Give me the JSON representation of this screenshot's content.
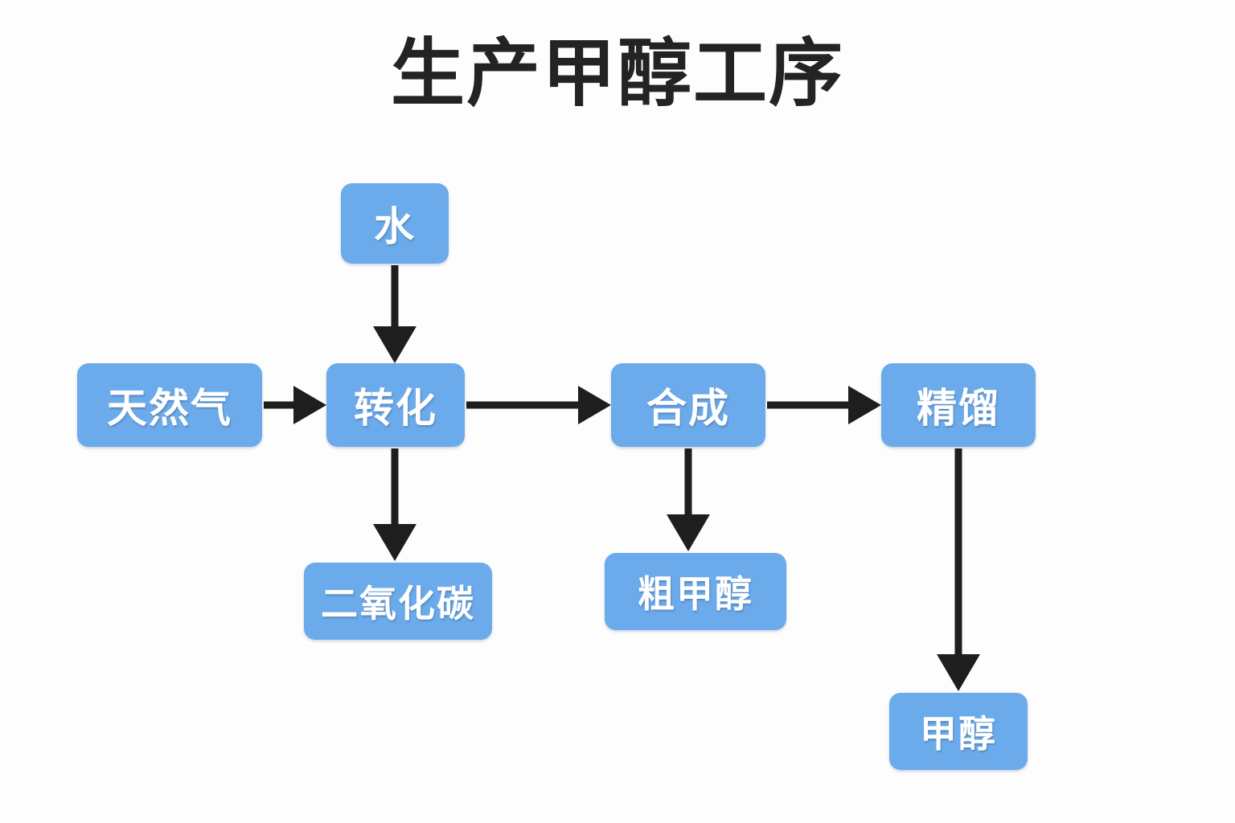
{
  "title": "生产甲醇工序",
  "theme": {
    "background": "#fdfdfd",
    "node_fill": "#6cabeb",
    "node_text": "#ffffff",
    "arrow_color": "#1e1e1e",
    "title_color": "#232323"
  },
  "nodes": [
    {
      "id": "water",
      "label": "水"
    },
    {
      "id": "gas",
      "label": "天然气"
    },
    {
      "id": "reform",
      "label": "转化"
    },
    {
      "id": "synth",
      "label": "合成"
    },
    {
      "id": "distill",
      "label": "精馏"
    },
    {
      "id": "co2",
      "label": "二氧化碳"
    },
    {
      "id": "crude",
      "label": "粗甲醇"
    },
    {
      "id": "methanol",
      "label": "甲醇"
    }
  ],
  "edges": [
    {
      "from": "water",
      "to": "reform",
      "direction": "down"
    },
    {
      "from": "gas",
      "to": "reform",
      "direction": "right"
    },
    {
      "from": "reform",
      "to": "synth",
      "direction": "right"
    },
    {
      "from": "reform",
      "to": "co2",
      "direction": "down"
    },
    {
      "from": "synth",
      "to": "distill",
      "direction": "right"
    },
    {
      "from": "synth",
      "to": "crude",
      "direction": "down"
    },
    {
      "from": "distill",
      "to": "methanol",
      "direction": "down"
    }
  ]
}
